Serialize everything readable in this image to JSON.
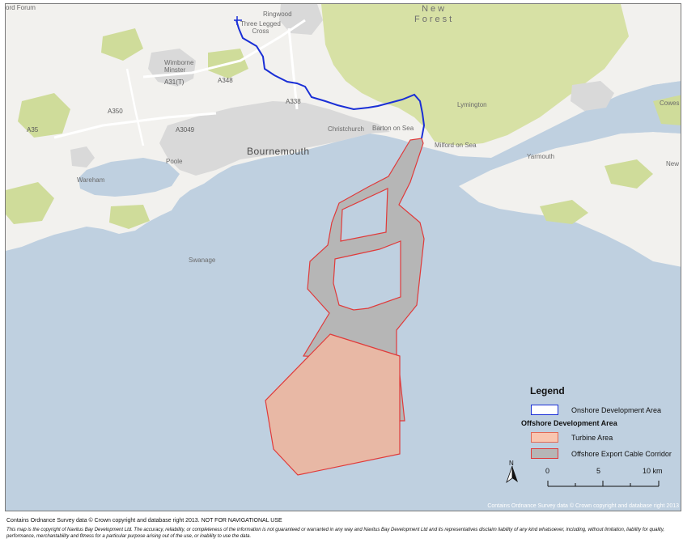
{
  "places": {
    "ringwood": "Ringwood",
    "three_legged_cross": "Three Legged\nCross",
    "wimborne_minster": "Wimborne\nMinster",
    "a31t": "A31(T)",
    "a348": "A348",
    "a338": "A338",
    "a350": "A350",
    "a35": "A35",
    "a3049": "A3049",
    "bournemouth": "Bournemouth",
    "christchurch": "Christchurch",
    "barton_on_sea": "Barton on Sea",
    "milford_on_sea": "Milford on Sea",
    "lymington": "Lymington",
    "yarmouth": "Yarmouth",
    "cowes": "Cowes",
    "newport": "New",
    "poole": "Poole",
    "wareham": "Wareham",
    "swanage": "Swanage",
    "new_forest": "New\nForest",
    "top_left_cut": "ord Forum"
  },
  "legend": {
    "title": "Legend",
    "onshore": "Onshore Development Area",
    "offshore_header": "Offshore Development Area",
    "turbine": "Turbine Area",
    "cable": "Offshore Export Cable Corridor"
  },
  "north_label": "N",
  "scale": {
    "labels": [
      "0",
      "5",
      "10 km"
    ]
  },
  "map_attribution": "Contains Ordnance Survey data © Crown copyright and database right 2013",
  "footer": {
    "line1": "Contains Ordnance Survey data © Crown copyright and database right 2013. NOT FOR NAVIGATIONAL USE",
    "line2": "This map is the copyright of Navitus Bay Development Ltd. The accuracy, reliability, or completeness of the information is not guaranteed or warranted in any way and Navitus Bay Development Ltd and its representatives disclaim liability of any kind whatsoever, including, without limitation, liability for quality, performance, merchantability and fitness for a particular purpose arising out of the use, or inability to use the data."
  },
  "colors": {
    "sea": "#bfd0e0",
    "land": "#f2f1ee",
    "urban": "#d9d9d9",
    "forest": "#d7e1a5",
    "green_patch": "#cfdc9a",
    "onshore_line": "#1a2fd6",
    "turbine_fill": "#e8b8a5",
    "turbine_stroke": "#e03a3a",
    "cable_fill": "#b6b6b6",
    "cable_stroke": "#e03a3a"
  }
}
